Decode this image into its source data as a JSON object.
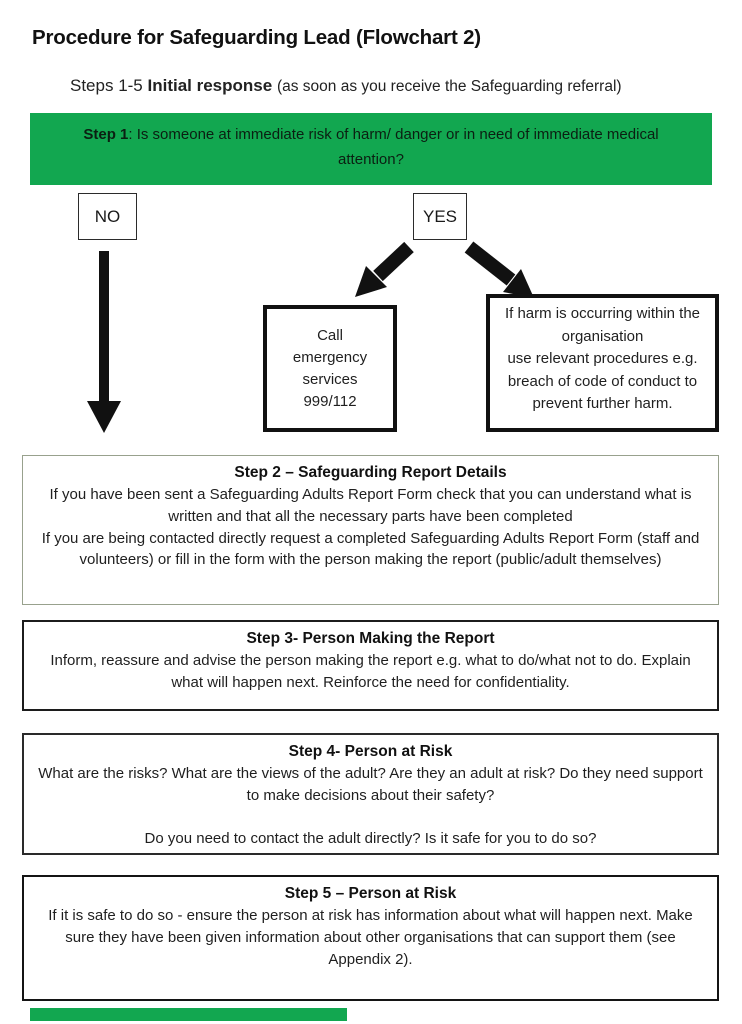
{
  "page": {
    "title": "Procedure for Safeguarding Lead (Flowchart 2)",
    "subtitle_prefix": "Steps 1-5 ",
    "subtitle_emphasis": "Initial response ",
    "subtitle_note": "(as soon as you receive the Safeguarding referral)"
  },
  "colors": {
    "banner_green": "#12a750",
    "thick_box_border": "#111111",
    "step2_border": "#98a18d",
    "arrow_black": "#111111"
  },
  "step1": {
    "label": "Step 1",
    "text": ": Is someone at immediate risk of harm/ danger or in need of immediate medical attention?"
  },
  "decision": {
    "no_label": "NO",
    "yes_label": "YES"
  },
  "yes_branch": {
    "emergency_lines": [
      "Call",
      "emergency",
      "services",
      "999/112"
    ],
    "harm_lines": [
      "If harm is occurring within the organisation",
      "use relevant procedures e.g. breach of code of conduct to prevent further harm."
    ]
  },
  "steps": [
    {
      "heading": "Step 2 – Safeguarding Report Details",
      "body": [
        "If you have been sent a Safeguarding Adults Report Form check that you can understand what is written and that all the necessary parts have been completed",
        "If you are being contacted directly request a completed Safeguarding Adults Report Form (staff and volunteers) or fill in the form with the person making the report (public/adult themselves)"
      ]
    },
    {
      "heading": "Step 3- Person Making the Report",
      "body": [
        "Inform, reassure and advise the person making the report e.g. what to do/what not to do. Explain what will happen next.  Reinforce the need for confidentiality."
      ]
    },
    {
      "heading": "Step 4- Person at Risk",
      "body": [
        "What are the risks? What are the views of the adult? Are they an adult at risk? Do they need support to make decisions about their safety?",
        "",
        "Do you need to contact the adult directly?  Is it safe for you to do so?"
      ]
    },
    {
      "heading": "Step 5 – Person at Risk",
      "body": [
        "If it is safe to do so - ensure the person at risk has information about what will happen next. Make sure they have been given information about other organisations that can support them (see Appendix 2)."
      ]
    }
  ]
}
